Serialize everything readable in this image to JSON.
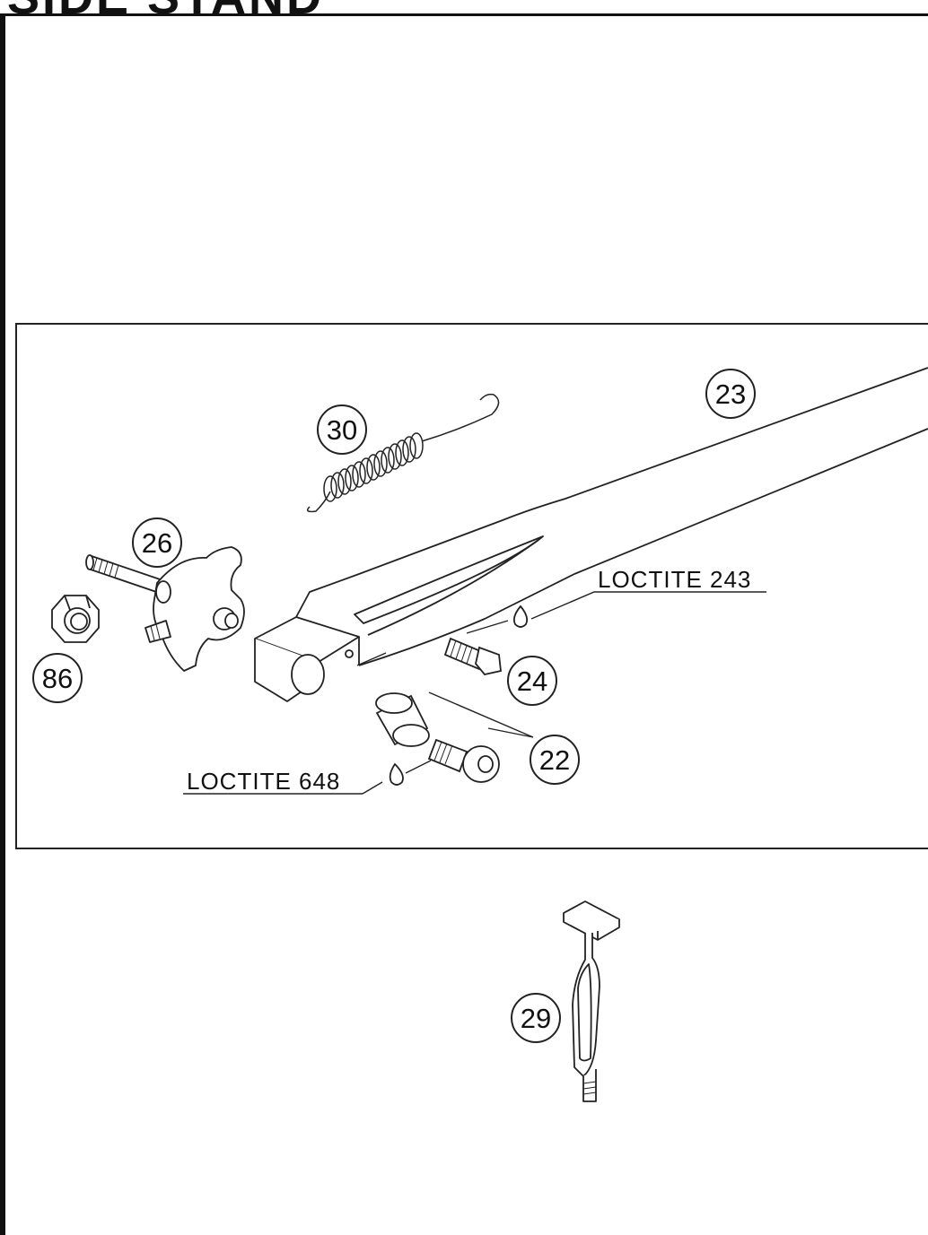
{
  "title": "SIDE STAND",
  "callouts": {
    "p22": "22",
    "p23": "23",
    "p24": "24",
    "p26": "26",
    "p29": "29",
    "p30": "30",
    "p86": "86"
  },
  "notes": {
    "loctite_243": "LOCTITE 243",
    "loctite_648": "LOCTITE 648"
  }
}
